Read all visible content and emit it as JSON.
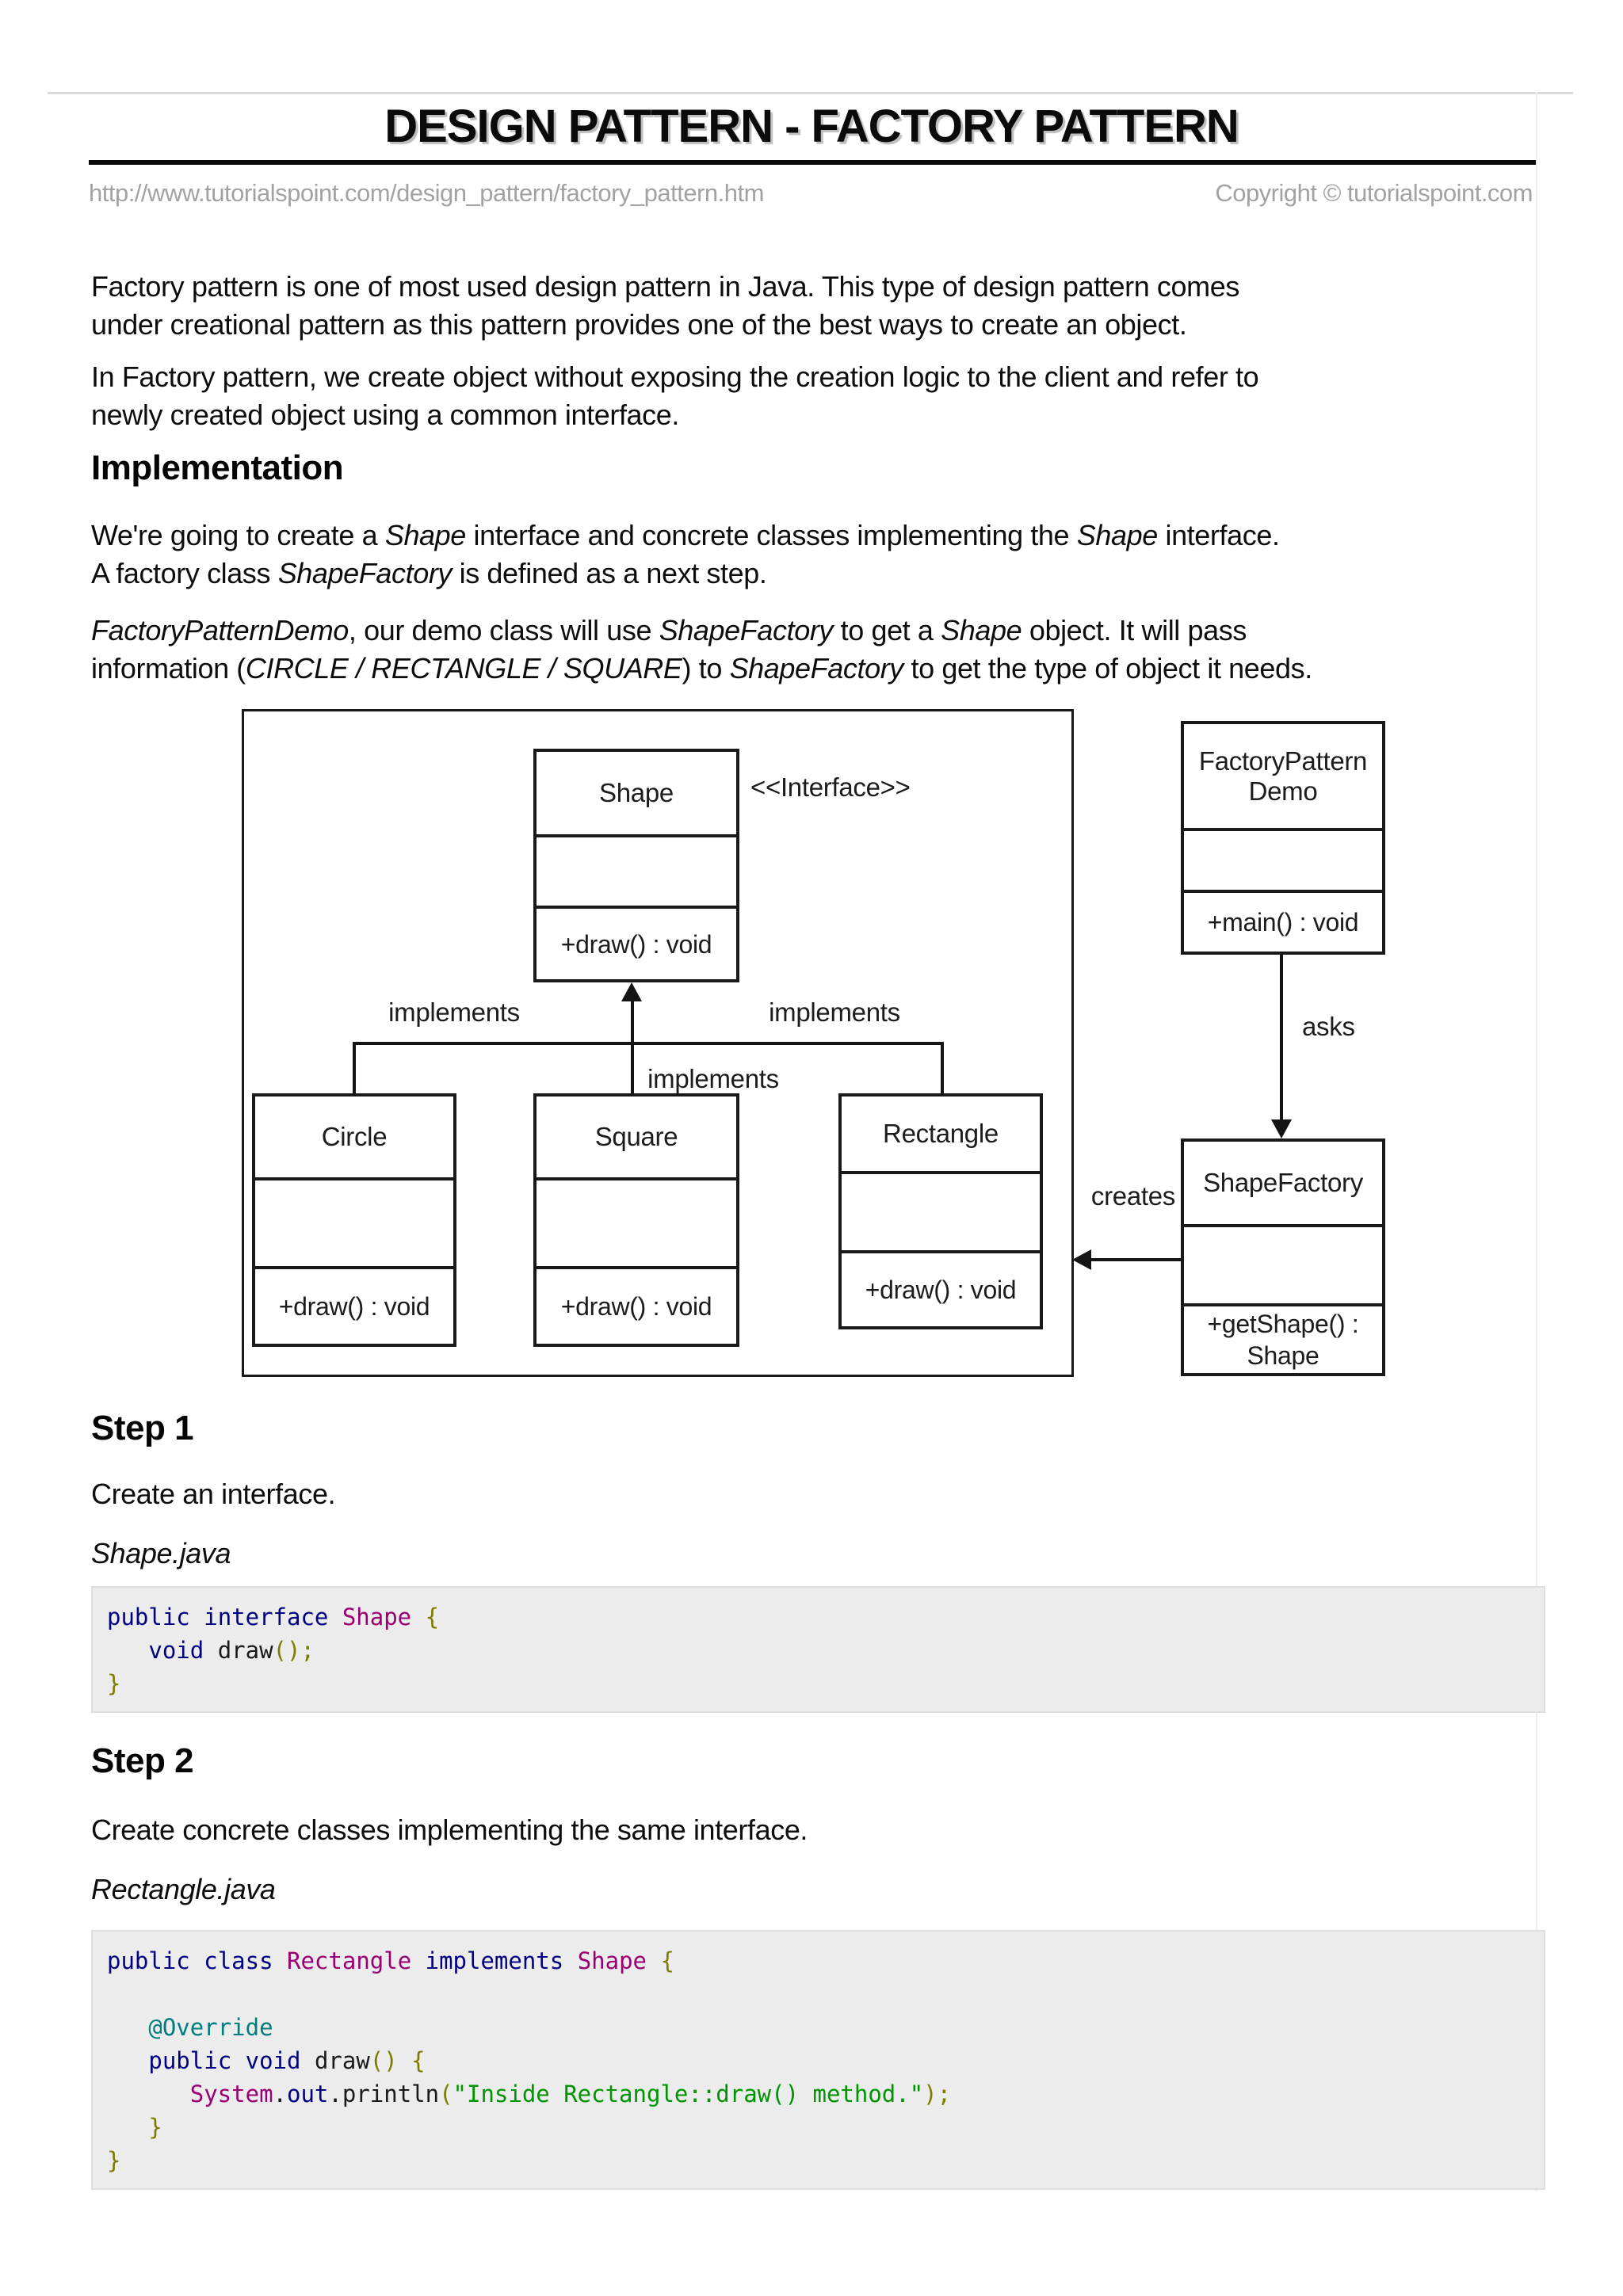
{
  "header": {
    "title": "DESIGN PATTERN - FACTORY PATTERN",
    "url": "http://www.tutorialspoint.com/design_pattern/factory_pattern.htm",
    "copyright": "Copyright © tutorialspoint.com"
  },
  "intro": {
    "p1": [
      [
        "Factory pattern is one of most used design pattern in Java. This type of design pattern comes"
      ],
      [
        "",
        "nl"
      ],
      [
        "under creational pattern as this pattern provides one of the best ways to create an object."
      ]
    ],
    "p2": [
      [
        "In Factory pattern, we create object without exposing the creation logic to the client and refer to"
      ],
      [
        "",
        "nl"
      ],
      [
        "newly created object using a common interface."
      ]
    ]
  },
  "implementation": {
    "heading": "Implementation",
    "p1": [
      [
        "We're going to create a "
      ],
      [
        "Shape",
        "i"
      ],
      [
        " interface and concrete classes implementing the "
      ],
      [
        "Shape",
        "i"
      ],
      [
        " interface."
      ],
      [
        "",
        "nl"
      ],
      [
        "A factory class "
      ],
      [
        "ShapeFactory",
        "i"
      ],
      [
        " is defined as a next step."
      ]
    ],
    "p2": [
      [
        "FactoryPatternDemo",
        "i"
      ],
      [
        ", our demo class will use "
      ],
      [
        "ShapeFactory",
        "i"
      ],
      [
        " to get a "
      ],
      [
        "Shape",
        "i"
      ],
      [
        " object. It will pass"
      ],
      [
        "",
        "nl"
      ],
      [
        "information ("
      ],
      [
        "CIRCLE / RECTANGLE / SQUARE",
        "i"
      ],
      [
        ") to "
      ],
      [
        "ShapeFactory",
        "i"
      ],
      [
        " to get the type of object it needs."
      ]
    ]
  },
  "diagram": {
    "interface_note": "<<Interface>>",
    "shape": {
      "title": "Shape",
      "method": "+draw() : void"
    },
    "circle": {
      "title": "Circle",
      "method": "+draw() : void"
    },
    "square": {
      "title": "Square",
      "method": "+draw() : void"
    },
    "rectangle": {
      "title": "Rectangle",
      "method": "+draw() : void"
    },
    "demo": {
      "title_line1": "FactoryPattern",
      "title_line2": "Demo",
      "method": "+main() : void"
    },
    "factory": {
      "title": "ShapeFactory",
      "method_line1": "+getShape() :",
      "method_line2": "Shape"
    },
    "labels": {
      "implements_left": "implements",
      "implements_middle": "implements",
      "implements_right": "implements",
      "asks": "asks",
      "creates": "creates"
    }
  },
  "step1": {
    "heading": "Step 1",
    "text": "Create an interface.",
    "filename": "Shape.java",
    "code": [
      [
        [
          "public",
          "kw"
        ],
        [
          " "
        ],
        [
          "interface",
          "kw"
        ],
        [
          " "
        ],
        [
          "Shape",
          "cls"
        ],
        [
          " "
        ],
        [
          "{",
          "br"
        ]
      ],
      [
        [
          "   "
        ],
        [
          "void",
          "kw"
        ],
        [
          " "
        ],
        [
          "draw",
          "pl"
        ],
        [
          "();",
          "br"
        ]
      ],
      [
        [
          "}",
          "br"
        ]
      ]
    ]
  },
  "step2": {
    "heading": "Step 2",
    "text": "Create concrete classes implementing the same interface.",
    "filename": "Rectangle.java",
    "code": [
      [
        [
          "public",
          "kw"
        ],
        [
          " "
        ],
        [
          "class",
          "kw"
        ],
        [
          " "
        ],
        [
          "Rectangle",
          "cls"
        ],
        [
          " "
        ],
        [
          "implements",
          "kw"
        ],
        [
          " "
        ],
        [
          "Shape",
          "cls"
        ],
        [
          " "
        ],
        [
          "{",
          "br"
        ]
      ],
      [
        [
          " "
        ]
      ],
      [
        [
          "   "
        ],
        [
          "@Override",
          "ann"
        ]
      ],
      [
        [
          "   "
        ],
        [
          "public",
          "kw"
        ],
        [
          " "
        ],
        [
          "void",
          "kw"
        ],
        [
          " "
        ],
        [
          "draw",
          "pl"
        ],
        [
          "() {",
          "br"
        ]
      ],
      [
        [
          "      "
        ],
        [
          "System",
          "cls"
        ],
        [
          ".",
          "pl"
        ],
        [
          "out",
          "kw"
        ],
        [
          ".",
          "pl"
        ],
        [
          "println",
          "pl"
        ],
        [
          "(",
          "br"
        ],
        [
          "\"Inside Rectangle::draw() method.\"",
          "str"
        ],
        [
          ");",
          "br"
        ]
      ],
      [
        [
          "   "
        ],
        [
          "}",
          "br"
        ]
      ],
      [
        [
          "}",
          "br"
        ]
      ]
    ]
  }
}
